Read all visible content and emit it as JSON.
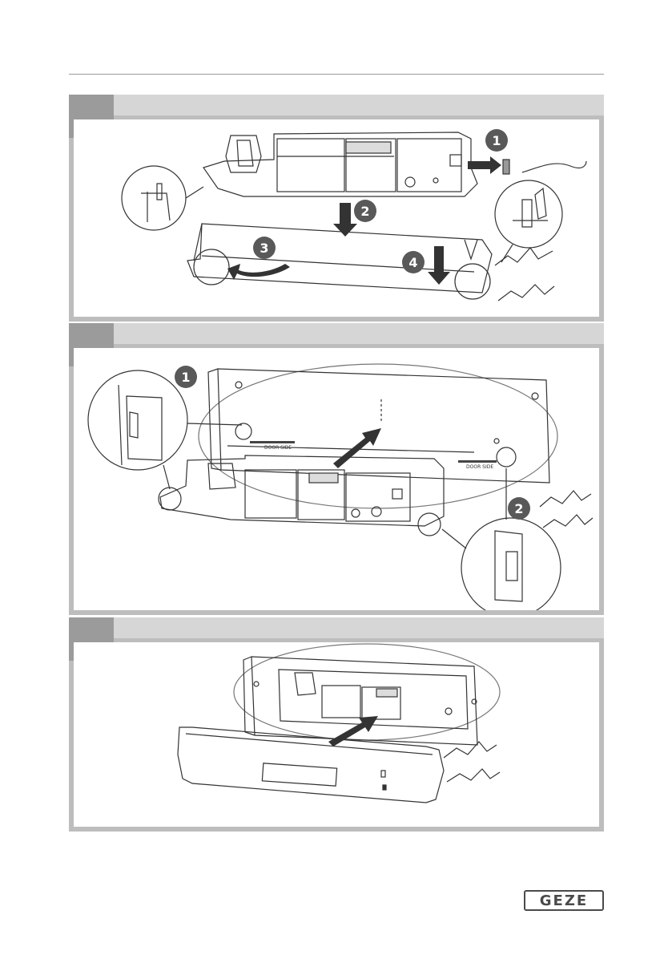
{
  "steps": [
    {
      "callouts": [
        "1",
        "2",
        "3",
        "4"
      ]
    },
    {
      "callouts": [
        "1",
        "2"
      ],
      "labels": [
        "DOOR SIDE",
        "DOOR SIDE"
      ]
    },
    {
      "callouts": []
    }
  ],
  "logo": {
    "text": "GEZE"
  },
  "colors": {
    "panel_border": "#bdbdbd",
    "tab": "#9b9b9b",
    "bar": "#d6d6d6",
    "callout": "#595959",
    "line": "#333333"
  }
}
